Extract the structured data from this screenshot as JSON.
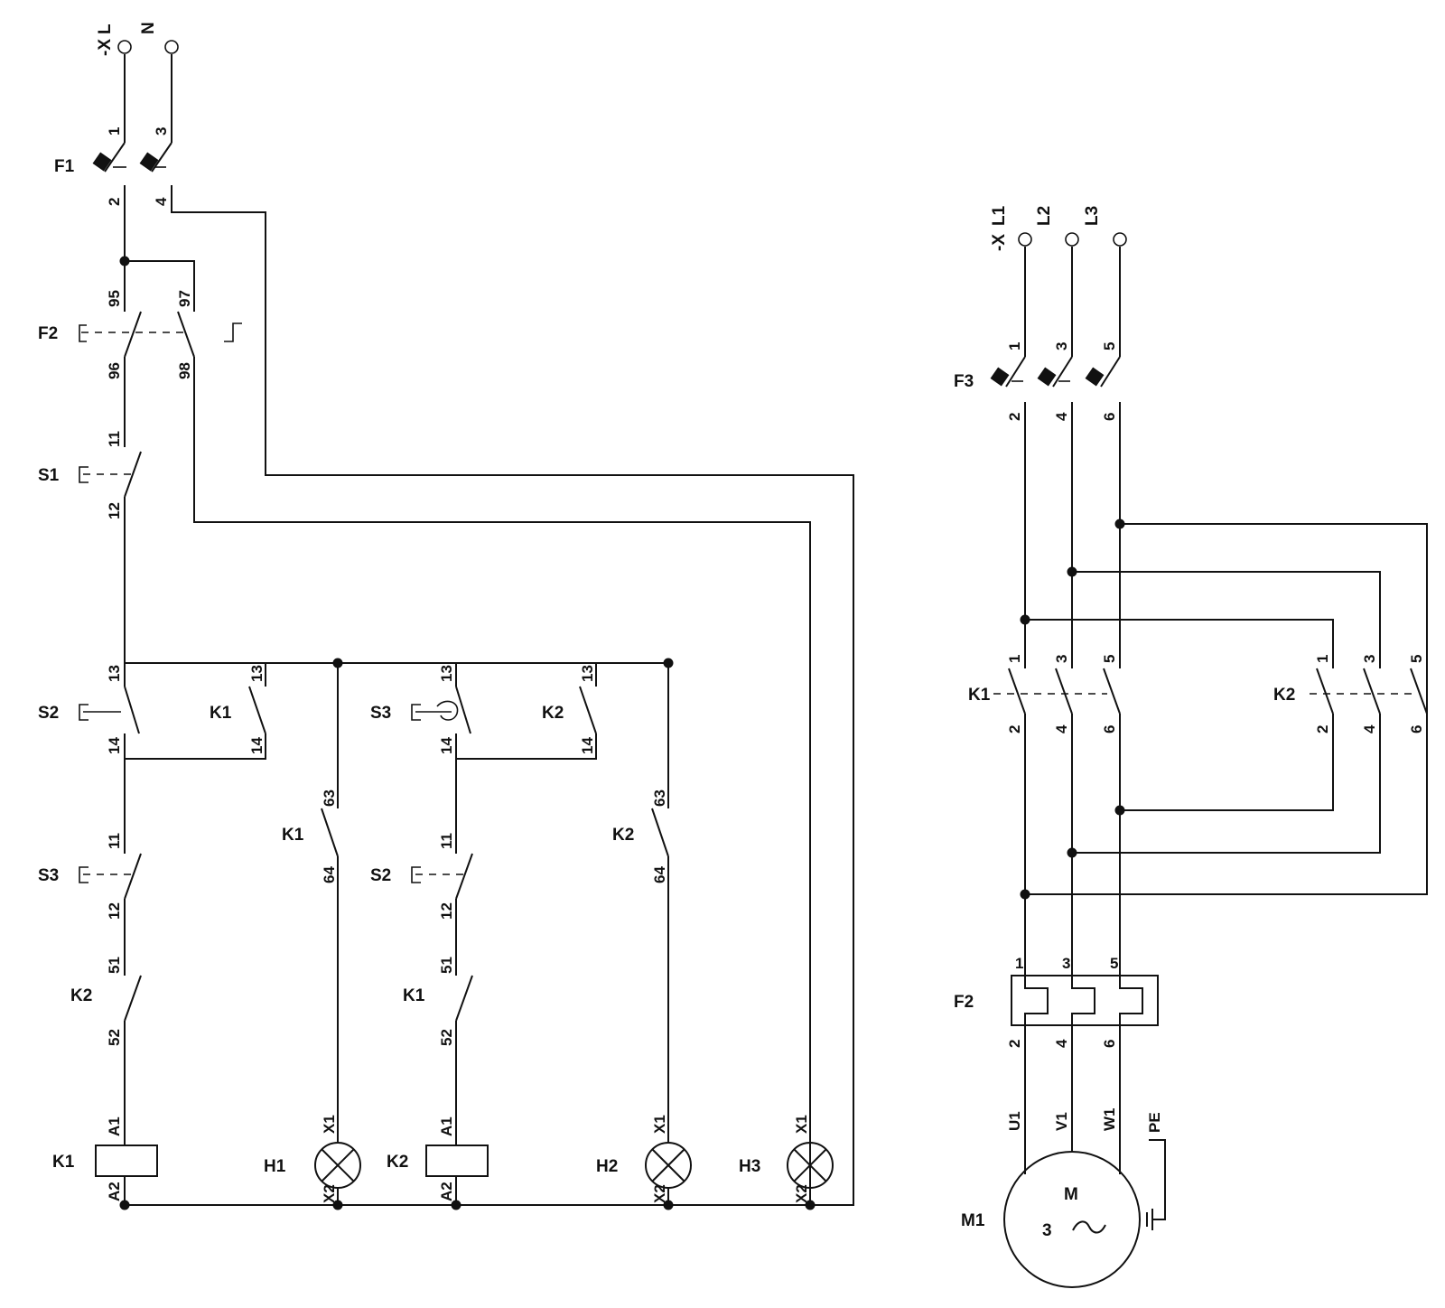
{
  "control": {
    "supply": {
      "prefix": "-X",
      "l": "L",
      "n": "N"
    },
    "f1": {
      "label": "F1",
      "t1": "1",
      "t2": "2",
      "t3": "3",
      "t4": "4"
    },
    "f2": {
      "label": "F2",
      "t95": "95",
      "t96": "96",
      "t97": "97",
      "t98": "98"
    },
    "s1": {
      "label": "S1",
      "t11": "11",
      "t12": "12"
    },
    "branch1": {
      "s2_label": "S2",
      "s2_t13": "13",
      "s2_t14": "14",
      "k1_hold_label": "K1",
      "k1_hold_t13": "13",
      "k1_hold_t14": "14",
      "s3_label": "S3",
      "s3_t11": "11",
      "s3_t12": "12",
      "k2_label": "K2",
      "k2_t51": "51",
      "k2_t52": "52",
      "coil_label": "K1",
      "coil_a1": "A1",
      "coil_a2": "A2"
    },
    "lamp1": {
      "contact_label": "K1",
      "t63": "63",
      "t64": "64",
      "label": "H1",
      "x1": "X1",
      "x2": "X2"
    },
    "branch2": {
      "s3_label": "S3",
      "s3_t13": "13",
      "s3_t14": "14",
      "k2_hold_label": "K2",
      "k2_hold_t13": "13",
      "k2_hold_t14": "14",
      "s2_label": "S2",
      "s2_t11": "11",
      "s2_t12": "12",
      "k1_label": "K1",
      "k1_t51": "51",
      "k1_t52": "52",
      "coil_label": "K2",
      "coil_a1": "A1",
      "coil_a2": "A2"
    },
    "lamp2": {
      "contact_label": "K2",
      "t63": "63",
      "t64": "64",
      "label": "H2",
      "x1": "X1",
      "x2": "X2"
    },
    "lamp3": {
      "label": "H3",
      "x1": "X1",
      "x2": "X2"
    }
  },
  "power": {
    "supply": {
      "prefix": "-X",
      "l1": "L1",
      "l2": "L2",
      "l3": "L3"
    },
    "f3": {
      "label": "F3",
      "t1": "1",
      "t2": "2",
      "t3": "3",
      "t4": "4",
      "t5": "5",
      "t6": "6"
    },
    "k1": {
      "label": "K1",
      "t1": "1",
      "t2": "2",
      "t3": "3",
      "t4": "4",
      "t5": "5",
      "t6": "6"
    },
    "k2": {
      "label": "K2",
      "t1": "1",
      "t2": "2",
      "t3": "3",
      "t4": "4",
      "t5": "5",
      "t6": "6"
    },
    "f2": {
      "label": "F2",
      "t1": "1",
      "t2": "2",
      "t3": "3",
      "t4": "4",
      "t5": "5",
      "t6": "6"
    },
    "motor": {
      "label": "M1",
      "u1": "U1",
      "v1": "V1",
      "w1": "W1",
      "pe": "PE",
      "symbol": "M",
      "phases": "3"
    }
  }
}
